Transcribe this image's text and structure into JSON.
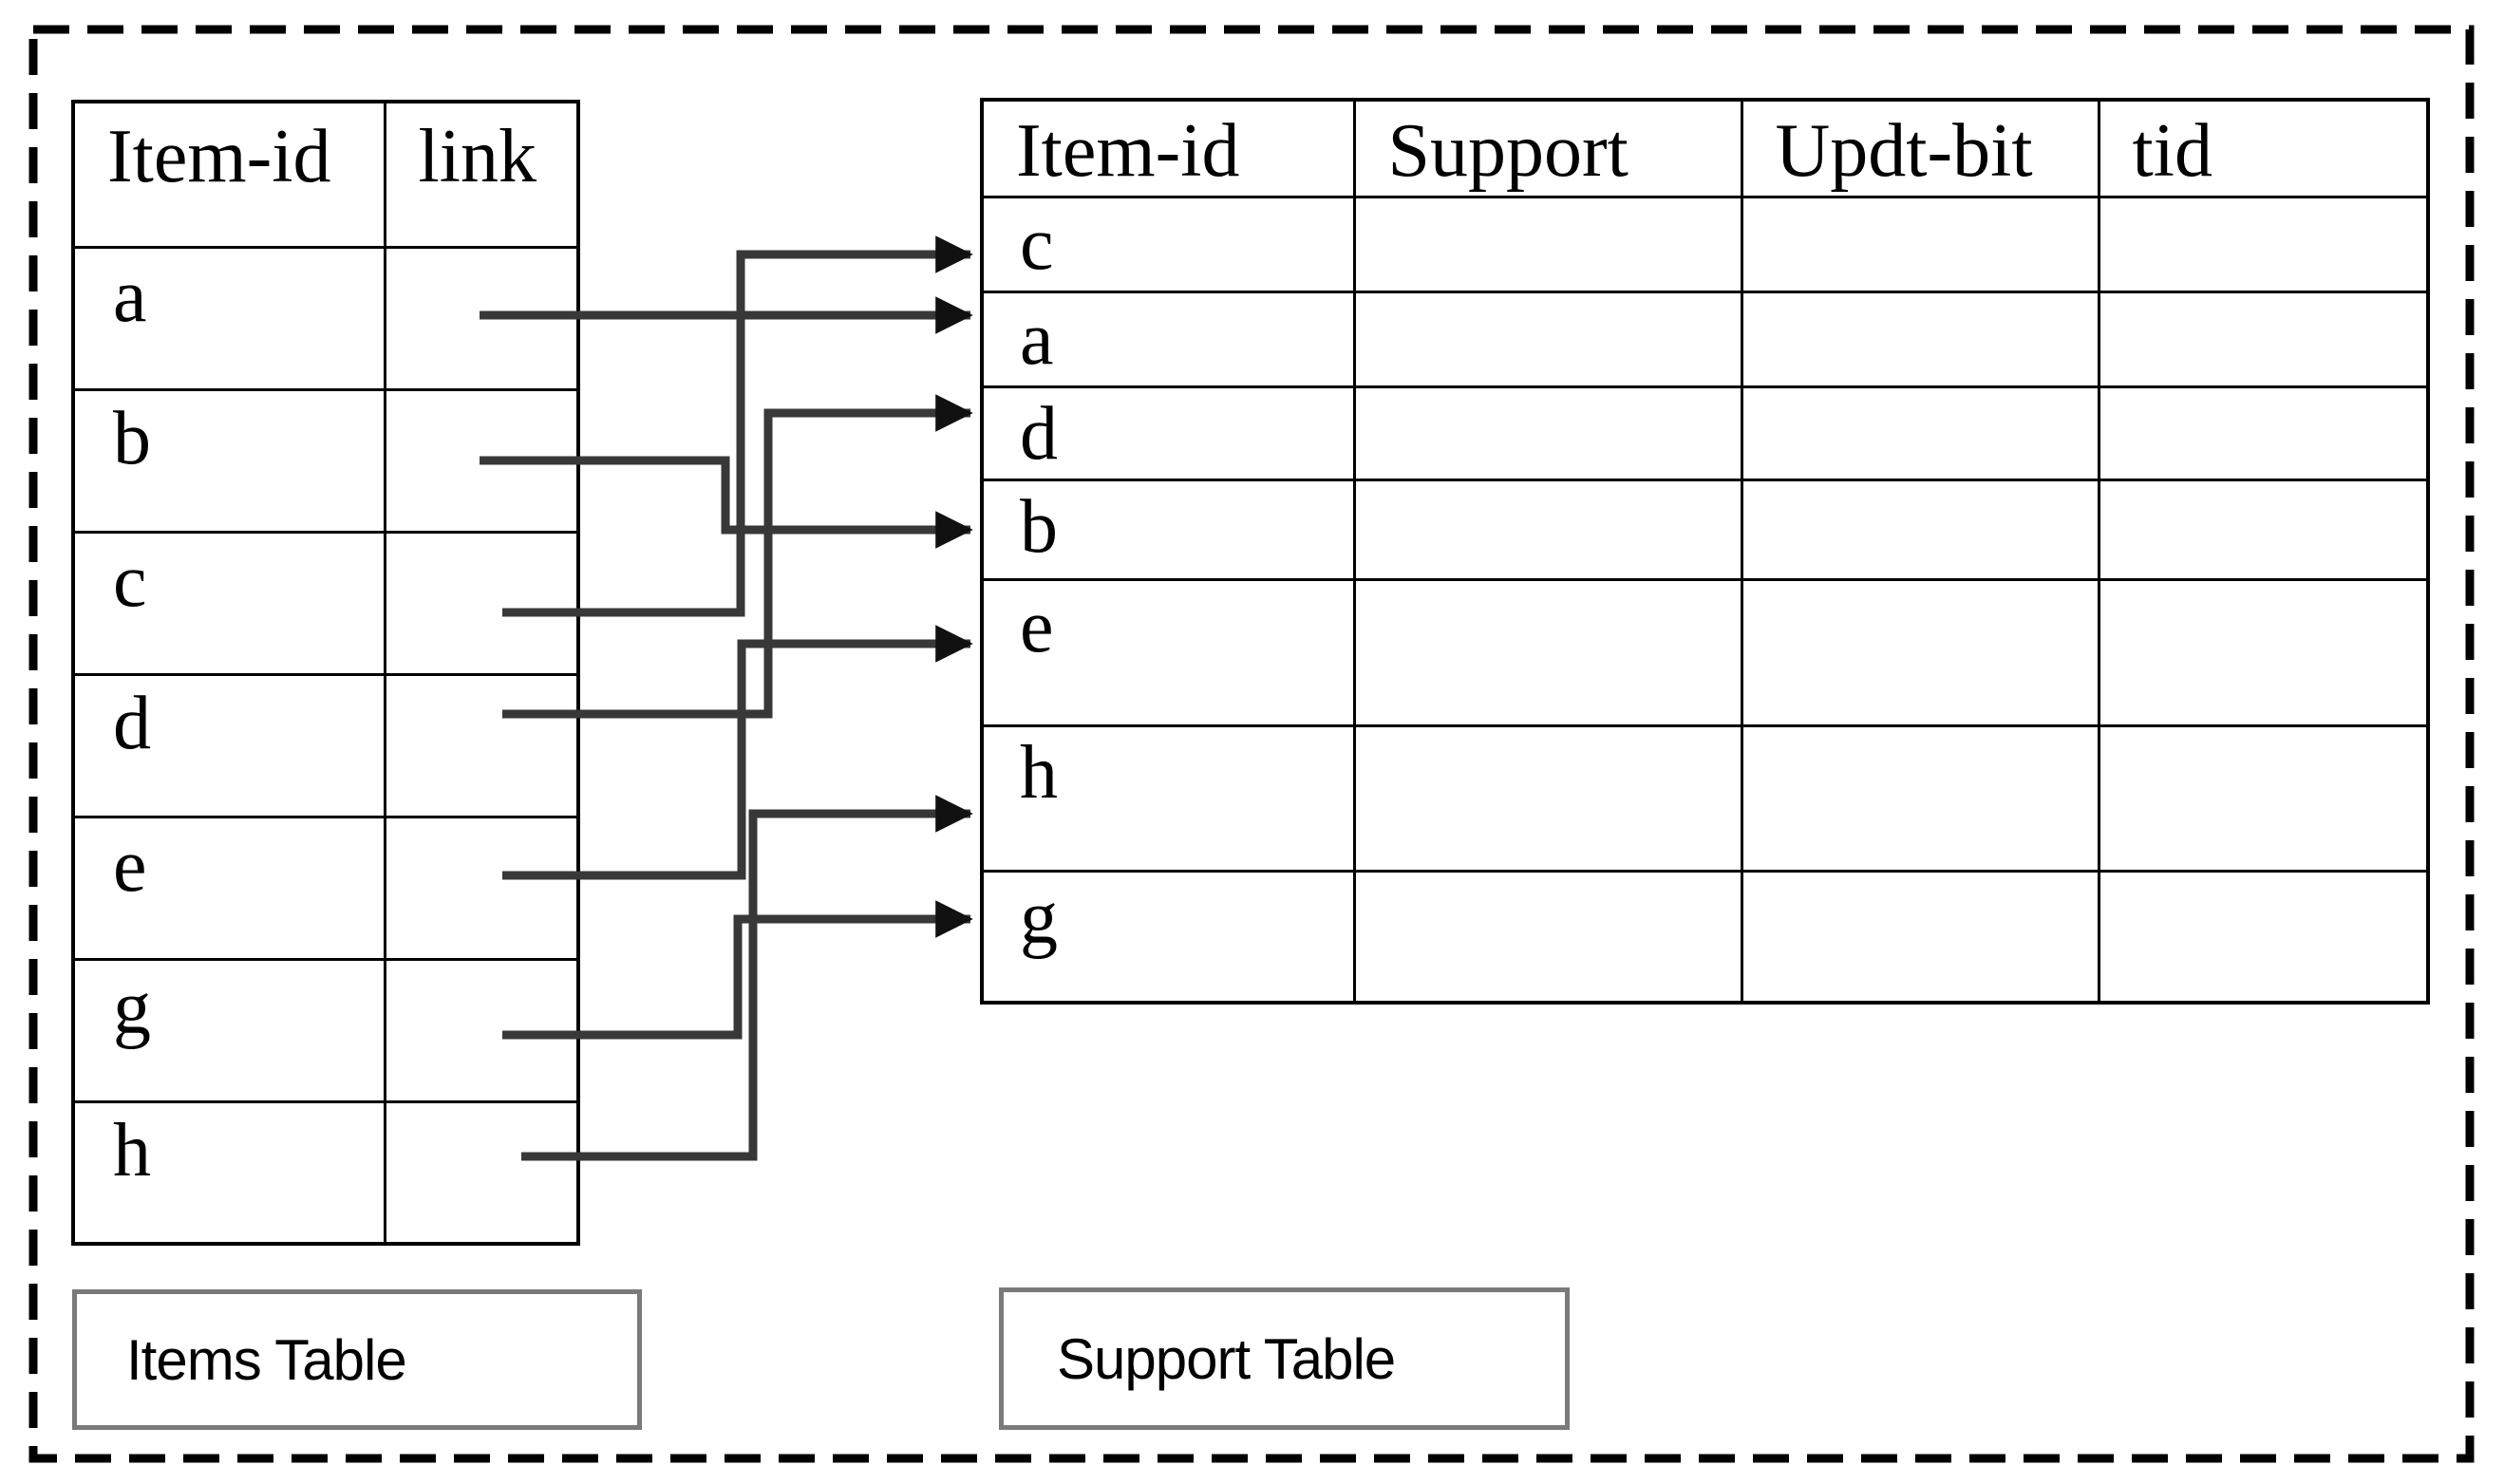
{
  "diagram": {
    "items_table": {
      "caption": "Items Table",
      "headers": [
        "Item-id",
        "link"
      ],
      "rows": [
        "a",
        "b",
        "c",
        "d",
        "e",
        "g",
        "h"
      ]
    },
    "support_table": {
      "caption": "Support Table",
      "headers": [
        "Item-id",
        "Support",
        "Updt-bit",
        "tid"
      ],
      "rows": [
        "c",
        "a",
        "d",
        "b",
        "e",
        "h",
        "g"
      ]
    },
    "links": [
      {
        "from": "a",
        "to": "a"
      },
      {
        "from": "b",
        "to": "b"
      },
      {
        "from": "c",
        "to": "c"
      },
      {
        "from": "d",
        "to": "d"
      },
      {
        "from": "e",
        "to": "e"
      },
      {
        "from": "g",
        "to": "g"
      },
      {
        "from": "h",
        "to": "h"
      }
    ],
    "colors": {
      "background": "#ffffff",
      "table_border": "#000000",
      "arrow_line": "#383838",
      "arrow_head": "#111111",
      "label_box_border": "#7a7a7a",
      "outer_dashed_border": "#000000"
    }
  }
}
